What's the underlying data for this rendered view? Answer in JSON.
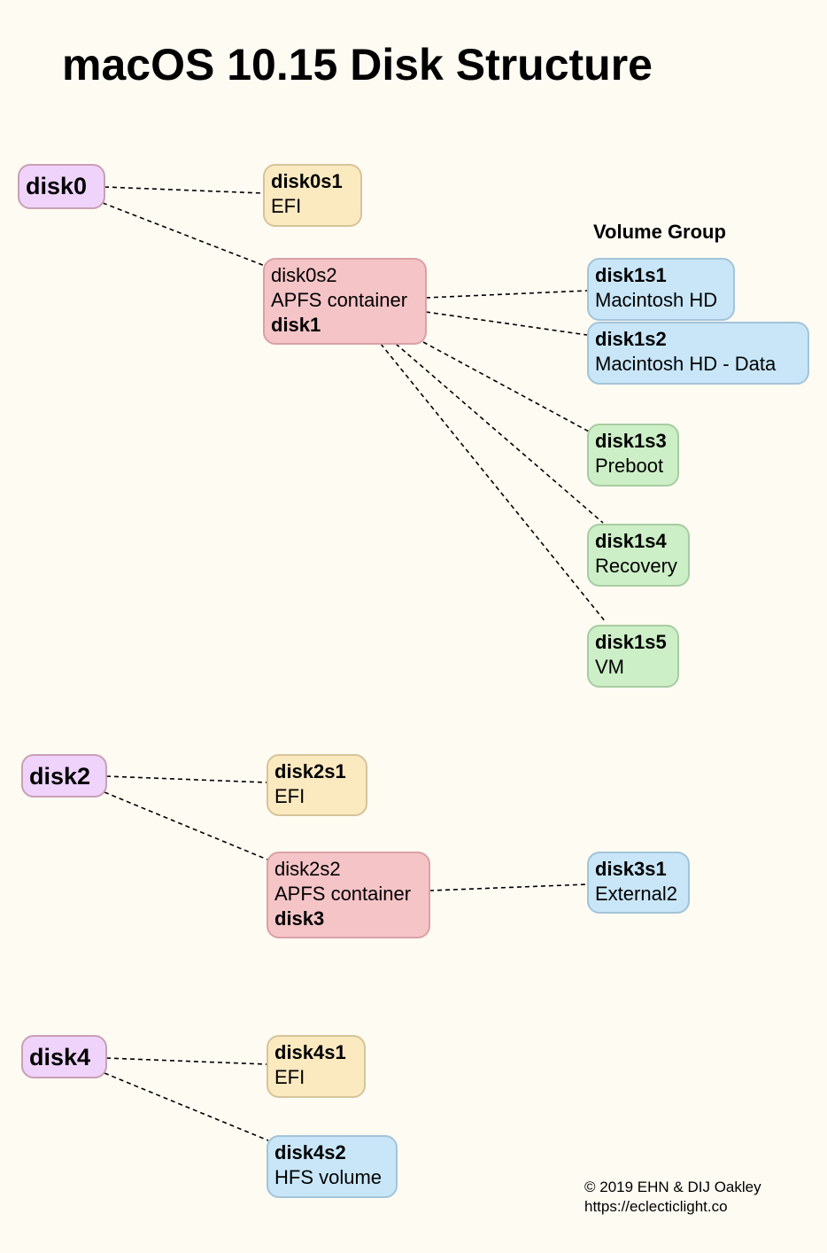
{
  "title": "macOS 10.15 Disk Structure",
  "volume_group_label": "Volume Group",
  "colors": {
    "background": "#fefbf3",
    "disk": "#efd3fb",
    "efi": "#fbe9c0",
    "apfs_container": "#f5c4c7",
    "data_volume": "#c8e6f8",
    "system_volume": "#cdefc7"
  },
  "nodes": {
    "disk0": {
      "id": "disk0"
    },
    "disk0s1": {
      "id": "disk0s1",
      "desc": "EFI"
    },
    "disk0s2": {
      "id": "disk0s2",
      "desc": "APFS container",
      "container": "disk1"
    },
    "disk1s1": {
      "id": "disk1s1",
      "desc": "Macintosh HD"
    },
    "disk1s2": {
      "id": "disk1s2",
      "desc": "Macintosh HD - Data"
    },
    "disk1s3": {
      "id": "disk1s3",
      "desc": "Preboot"
    },
    "disk1s4": {
      "id": "disk1s4",
      "desc": "Recovery"
    },
    "disk1s5": {
      "id": "disk1s5",
      "desc": "VM"
    },
    "disk2": {
      "id": "disk2"
    },
    "disk2s1": {
      "id": "disk2s1",
      "desc": "EFI"
    },
    "disk2s2": {
      "id": "disk2s2",
      "desc": "APFS container",
      "container": "disk3"
    },
    "disk3s1": {
      "id": "disk3s1",
      "desc": "External2"
    },
    "disk4": {
      "id": "disk4"
    },
    "disk4s1": {
      "id": "disk4s1",
      "desc": "EFI"
    },
    "disk4s2": {
      "id": "disk4s2",
      "desc": "HFS volume"
    }
  },
  "edges": [
    [
      "disk0",
      "disk0s1"
    ],
    [
      "disk0",
      "disk0s2"
    ],
    [
      "disk0s2",
      "disk1s1"
    ],
    [
      "disk0s2",
      "disk1s2"
    ],
    [
      "disk0s2",
      "disk1s3"
    ],
    [
      "disk0s2",
      "disk1s4"
    ],
    [
      "disk0s2",
      "disk1s5"
    ],
    [
      "disk2",
      "disk2s1"
    ],
    [
      "disk2",
      "disk2s2"
    ],
    [
      "disk2s2",
      "disk3s1"
    ],
    [
      "disk4",
      "disk4s1"
    ],
    [
      "disk4",
      "disk4s2"
    ]
  ],
  "footer": {
    "copyright": "© 2019 EHN & DIJ Oakley",
    "url": "https://eclecticlight.co"
  }
}
